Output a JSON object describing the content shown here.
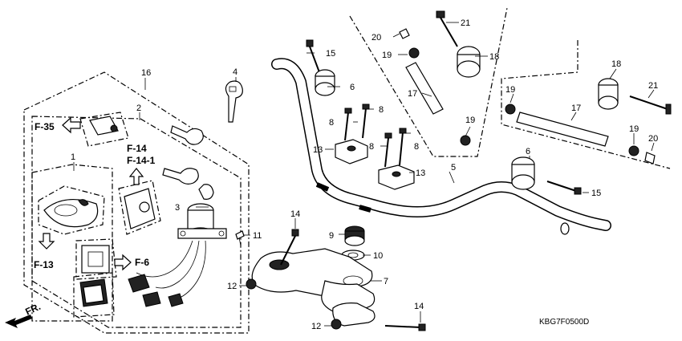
{
  "diagram": {
    "code": "KBG7F0500D",
    "callouts": {
      "p2": "2",
      "p3": "3",
      "p4": "4",
      "p5": "5",
      "p6a": "6",
      "p6b": "6",
      "p7": "7",
      "p8a": "8",
      "p8b": "8",
      "p8c": "8",
      "p8d": "8",
      "p9": "9",
      "p10": "10",
      "p11": "11",
      "p12a": "12",
      "p12b": "12",
      "p13a": "13",
      "p13b": "13",
      "p14a": "14",
      "p14b": "14",
      "p15a": "15",
      "p15b": "15",
      "p16": "16",
      "p17a": "17",
      "p17b": "17",
      "p18a": "18",
      "p18b": "18",
      "p19a": "19",
      "p19b": "19",
      "p19c": "19",
      "p19d": "19",
      "p20a": "20",
      "p20b": "20",
      "p21a": "21",
      "p21b": "21",
      "p1": "1"
    },
    "refs": {
      "f35": "F-35",
      "f14": "F-14",
      "f141": "F-14-1",
      "f13": "F-13",
      "f6": "F-6",
      "fr": "FR."
    }
  }
}
